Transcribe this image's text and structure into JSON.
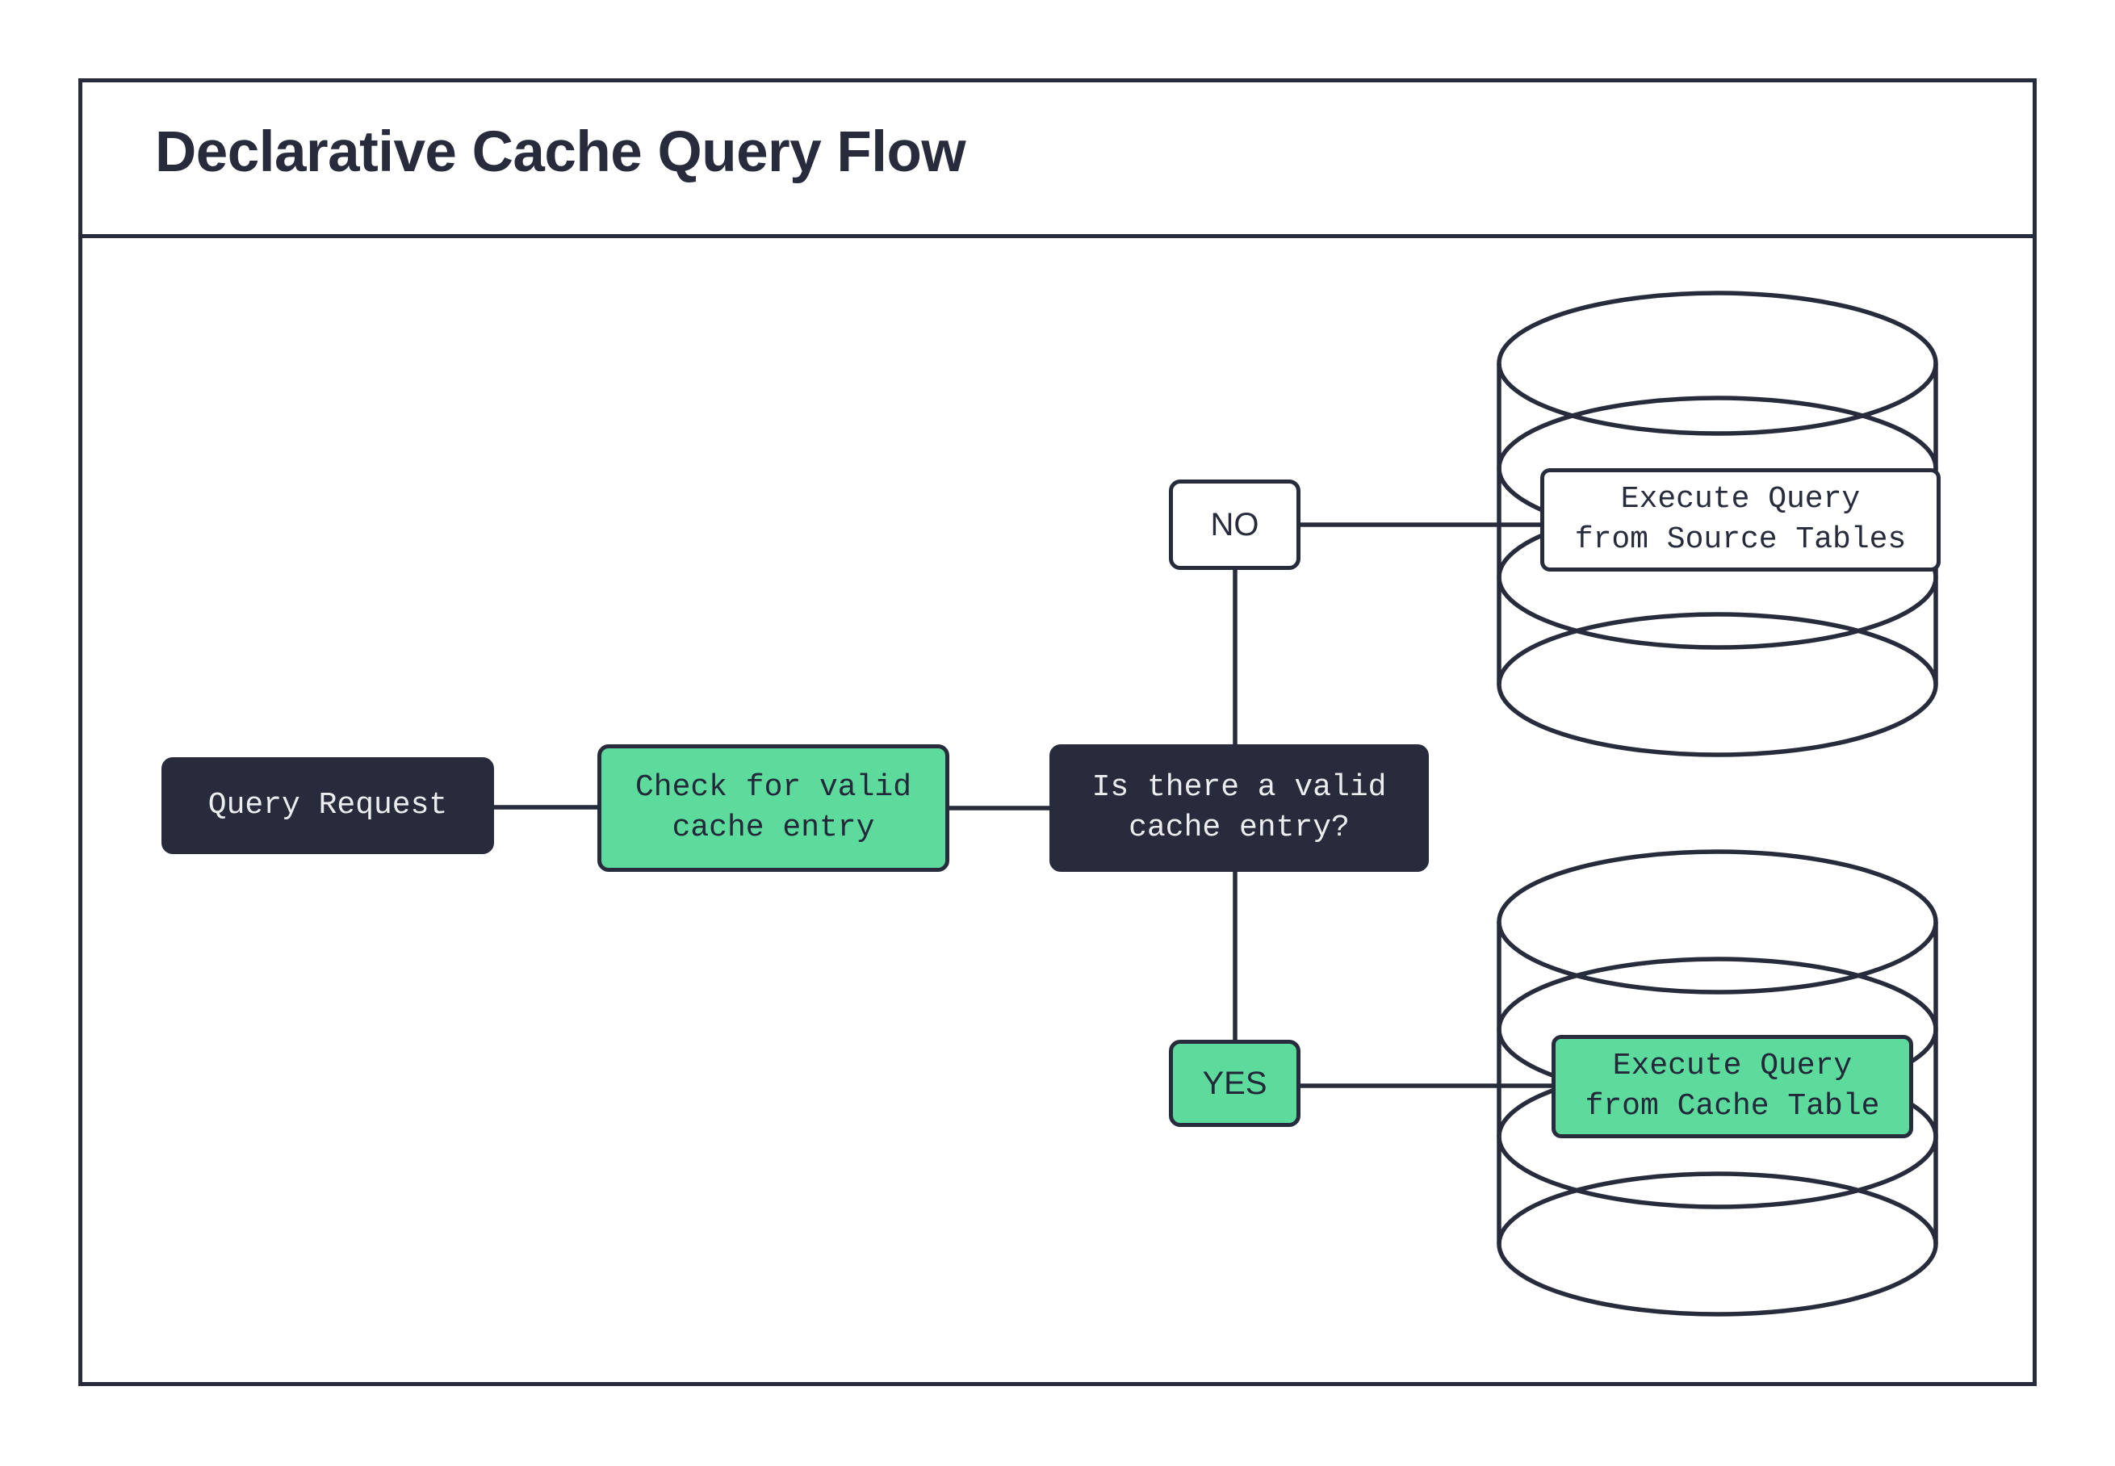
{
  "header": {
    "title": "Declarative Cache Query Flow"
  },
  "palette": {
    "ink": "#272B3B",
    "accent_green": "#5CDB9D",
    "node_dark_text": "#ECEDEF",
    "canvas": "#FFFFFF"
  },
  "flow": {
    "nodes": [
      {
        "id": "query-request",
        "label": "Query Request",
        "style": "dark",
        "shape": "rounded-rect"
      },
      {
        "id": "check-cache",
        "label": "Check for valid\ncache entry",
        "style": "green",
        "shape": "rounded-rect"
      },
      {
        "id": "decision",
        "label": "Is there a valid\ncache entry?",
        "style": "dark",
        "shape": "rounded-rect"
      },
      {
        "id": "exec-source",
        "label": "Execute Query\nfrom Source Tables",
        "style": "white",
        "shape": "rounded-rect"
      },
      {
        "id": "exec-cache",
        "label": "Execute Query\nfrom Cache Table",
        "style": "green",
        "shape": "rounded-rect"
      }
    ],
    "branch_labels": [
      {
        "id": "no",
        "label": "NO",
        "style": "white"
      },
      {
        "id": "yes",
        "label": "YES",
        "style": "green"
      }
    ],
    "datastores": [
      {
        "id": "source-tables-db",
        "icon": "database-cylinder-icon",
        "contains": "exec-source"
      },
      {
        "id": "cache-table-db",
        "icon": "database-cylinder-icon",
        "contains": "exec-cache"
      }
    ],
    "edges": [
      {
        "from": "query-request",
        "to": "check-cache"
      },
      {
        "from": "check-cache",
        "to": "decision"
      },
      {
        "from": "decision",
        "to": "no",
        "direction": "up"
      },
      {
        "from": "no",
        "to": "exec-source",
        "direction": "right"
      },
      {
        "from": "decision",
        "to": "yes",
        "direction": "down"
      },
      {
        "from": "yes",
        "to": "exec-cache",
        "direction": "right"
      }
    ]
  }
}
